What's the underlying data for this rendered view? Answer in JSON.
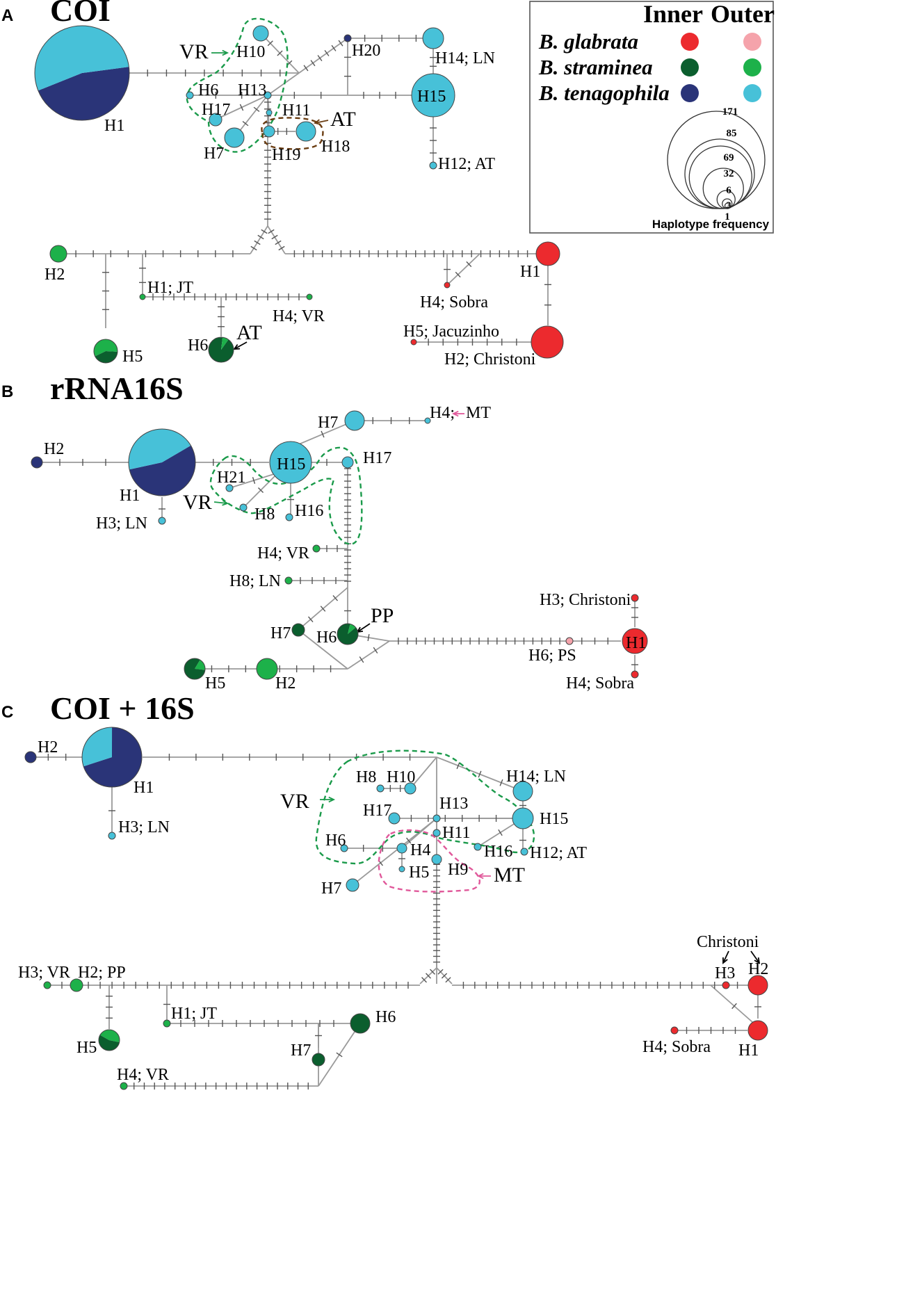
{
  "colors": {
    "glabrata_inner": "#ec2a2e",
    "glabrata_outer": "#f5a3ab",
    "straminea_inner": "#0b5e2e",
    "straminea_outer": "#1db14a",
    "tenagophila_inner": "#2a3478",
    "tenagophila_outer": "#47c1d8",
    "region_vr": "#1a9a4a",
    "region_at": "#6b3d12",
    "region_mt": "#e0589a",
    "line": "#9a9a9a"
  },
  "legend": {
    "header_inner": "Inner",
    "header_outer": "Outer",
    "species": [
      {
        "name": "B. glabrata",
        "inner": "glabrata_inner",
        "outer": "glabrata_outer"
      },
      {
        "name": "B. straminea",
        "inner": "straminea_inner",
        "outer": "straminea_outer"
      },
      {
        "name": "B. tenagophila",
        "inner": "tenagophila_inner",
        "outer": "tenagophila_outer"
      }
    ],
    "sizes": [
      "171",
      "85",
      "69",
      "32",
      "6",
      "3",
      "1"
    ],
    "caption": "Haplotype frequency"
  },
  "panels": [
    {
      "letter": "A",
      "title": "COI"
    },
    {
      "letter": "B",
      "title": "rRNA16S"
    },
    {
      "letter": "C",
      "title": "COI + 16S"
    }
  ],
  "labels": {
    "a": [
      "H1",
      "VR",
      "H10",
      "H20",
      "H14; LN",
      "H6",
      "H13",
      "H17",
      "H11",
      "AT",
      "H15",
      "H7",
      "H19",
      "H18",
      "H12; AT",
      "H2",
      "H1; JT",
      "H4; VR",
      "H4; Sobra",
      "H1",
      "H5; Jacuzinho",
      "H2; Christoni",
      "H6",
      "AT",
      "H5"
    ],
    "b": [
      "H4;",
      "MT",
      "H7",
      "H2",
      "H17",
      "H15",
      "H21",
      "H1",
      "VR",
      "H8",
      "H16",
      "H3; LN",
      "H4; VR",
      "H8; LN",
      "H3; Christoni",
      "PP",
      "H7",
      "H6",
      "H1",
      "H6; PS",
      "H5",
      "H2",
      "H4; Sobra"
    ],
    "c": [
      "H2",
      "H1",
      "H3; LN",
      "H8",
      "H10",
      "H14; LN",
      "VR",
      "H17",
      "H13",
      "H15",
      "H11",
      "H6",
      "H4",
      "H16",
      "H12; AT",
      "H5",
      "H9",
      "MT",
      "H7",
      "Christoni",
      "H3",
      "H2",
      "H3; VR",
      "H2; PP",
      "H1; JT",
      "H6",
      "H5",
      "H7",
      "H4; Sobra",
      "H1",
      "H4; VR"
    ]
  }
}
